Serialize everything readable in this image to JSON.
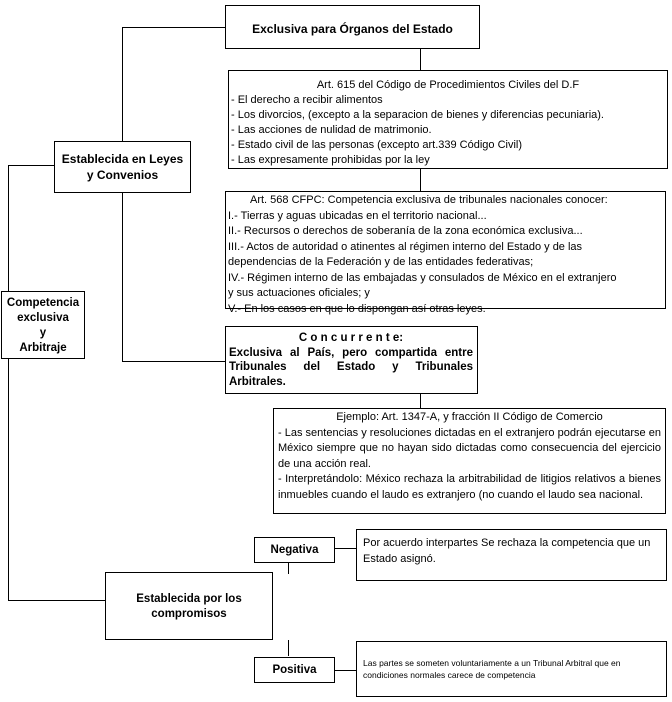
{
  "root": {
    "line1": "Competencia",
    "line2": "exclusiva",
    "line3": "y",
    "line4": "Arbitraje"
  },
  "leyes": {
    "line1": "Establecida en Leyes",
    "line2": "y Convenios"
  },
  "estado": {
    "title": "Exclusiva para Órganos del Estado"
  },
  "art615": {
    "title": "Art. 615 del Código de Procedimientos Civiles del D.F",
    "items": [
      "- El derecho a recibir alimentos",
      "- Los divorcios, (excepto a la separacion de bienes y diferencias pecuniaria).",
      "- Las acciones de nulidad de matrimonio.",
      "- Estado civil de las personas (excepto art.339 Código Civil)",
      "- Las expresamente prohibidas por la ley"
    ]
  },
  "art568": {
    "title": "Art. 568 CFPC: Competencia exclusiva de tribunales nacionales conocer:",
    "items": [
      "I.-  Tierras y aguas ubicadas en el territorio nacional...",
      "II.- Recursos o derechos de soberanía de la zona económica exclusiva...",
      "III.-  Actos de autoridad o atinentes al régimen interno del Estado y de las",
      "dependencias de la Federación y de las entidades federativas;",
      "IV.- Régimen interno de las embajadas y consulados de México en el extranjero",
      "y sus actuaciones oficiales; y",
      "V.- En los casos en que lo dispongan así otras leyes."
    ]
  },
  "concurrente": {
    "title": "C o n c u r r e n t e:",
    "text": "Exclusiva al País, pero compartida entre Tribunales del Estado y Tribunales Arbitrales."
  },
  "ejemplo": {
    "title": "Ejemplo:  Art. 1347-A, y fracción II Código de Comercio",
    "items": [
      "- Las sentencias y resoluciones dictadas en el extranjero podrán ejecutarse en México siempre que no hayan sido dictadas como consecuencia del ejercicio de una acción real.",
      "- Interpretándolo: México rechaza la arbitrabilidad de litigios relativos a bienes inmuebles cuando el laudo es extranjero (no cuando el laudo sea nacional."
    ]
  },
  "compromisos": {
    "line1": "Establecida por los",
    "line2": "compromisos"
  },
  "negativa": {
    "label": "Negativa",
    "text": "Por acuerdo interpartes Se rechaza la competencia que un Estado asignó."
  },
  "positiva": {
    "label": "Positiva",
    "text": "Las partes se someten voluntariamente a un Tribunal Arbitral que en condiciones normales carece de competencia"
  }
}
